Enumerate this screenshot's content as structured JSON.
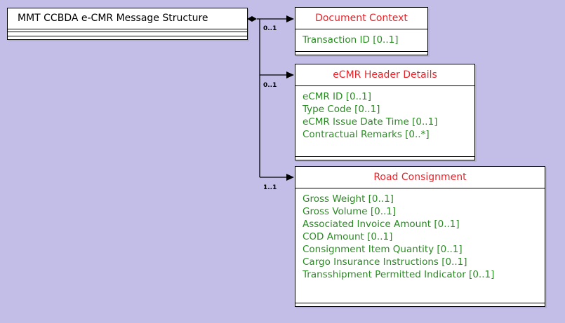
{
  "diagram": {
    "root": {
      "title": "MMT CCBDA e-CMR Message Structure"
    },
    "children": [
      {
        "title": "Document Context",
        "multiplicity": "0..1",
        "attributes": [
          "Transaction ID [0..1]"
        ]
      },
      {
        "title": "eCMR Header Details",
        "multiplicity": "0..1",
        "attributes": [
          "eCMR ID [0..1]",
          "Type Code [0..1]",
          "eCMR Issue Date Time [0..1]",
          "Contractual Remarks [0..*]"
        ]
      },
      {
        "title": "Road Consignment",
        "multiplicity": "1..1",
        "attributes": [
          "Gross Weight [0..1]",
          "Gross Volume [0..1]",
          "Associated Invoice Amount [0..1]",
          "COD Amount [0..1]",
          "Consignment Item Quantity [0..1]",
          "Cargo Insurance Instructions [0..1]",
          "Transshipment Permitted Indicator [0..1]"
        ]
      }
    ]
  },
  "colors": {
    "background": "#c3bee8",
    "child_title": "#e8242a",
    "attribute_text": "#2b8a24",
    "root_title": "#000000"
  }
}
